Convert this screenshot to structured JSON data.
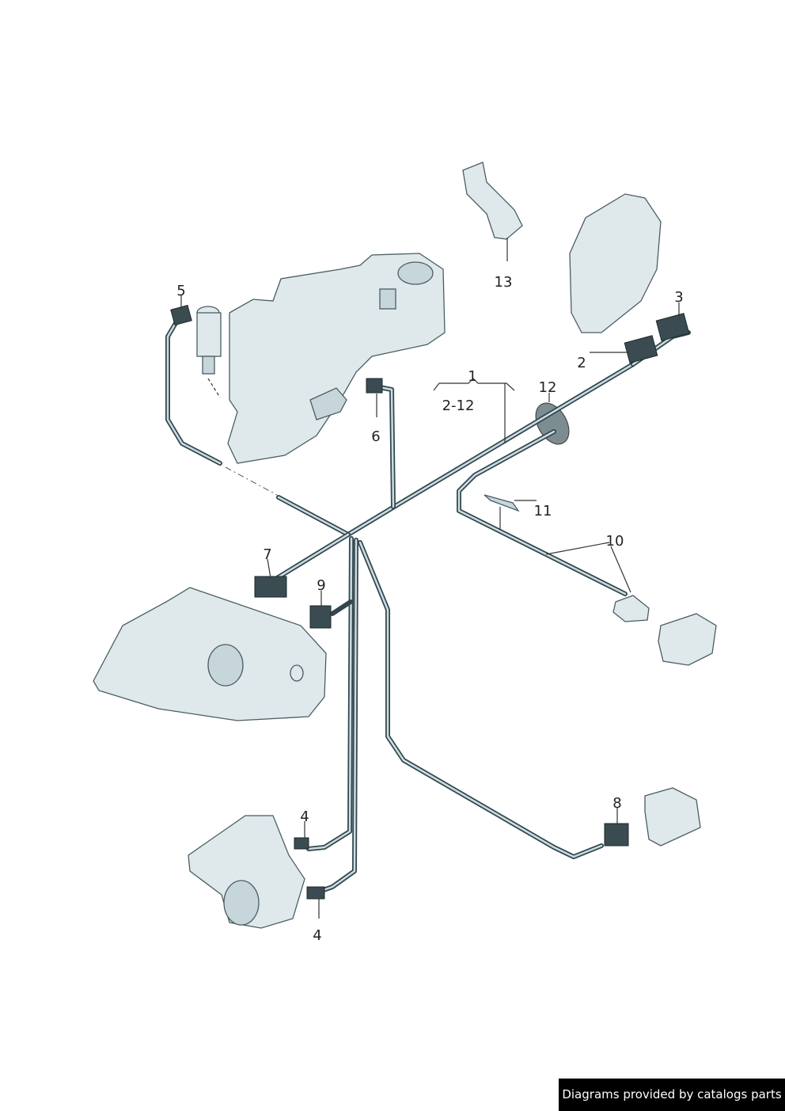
{
  "diagram": {
    "callouts": {
      "c1": "1",
      "c2_12": "2-12",
      "c2": "2",
      "c3": "3",
      "c4a": "4",
      "c4b": "4",
      "c5": "5",
      "c6": "6",
      "c7": "7",
      "c8": "8",
      "c9": "9",
      "c10": "10",
      "c11": "11",
      "c12": "12",
      "c13": "13"
    }
  },
  "footer": {
    "text": "Diagrams provided by catalogs parts"
  },
  "colors": {
    "wire": "#33464d",
    "part_fill": "#dfe9ec",
    "footer_bg": "#000000"
  }
}
